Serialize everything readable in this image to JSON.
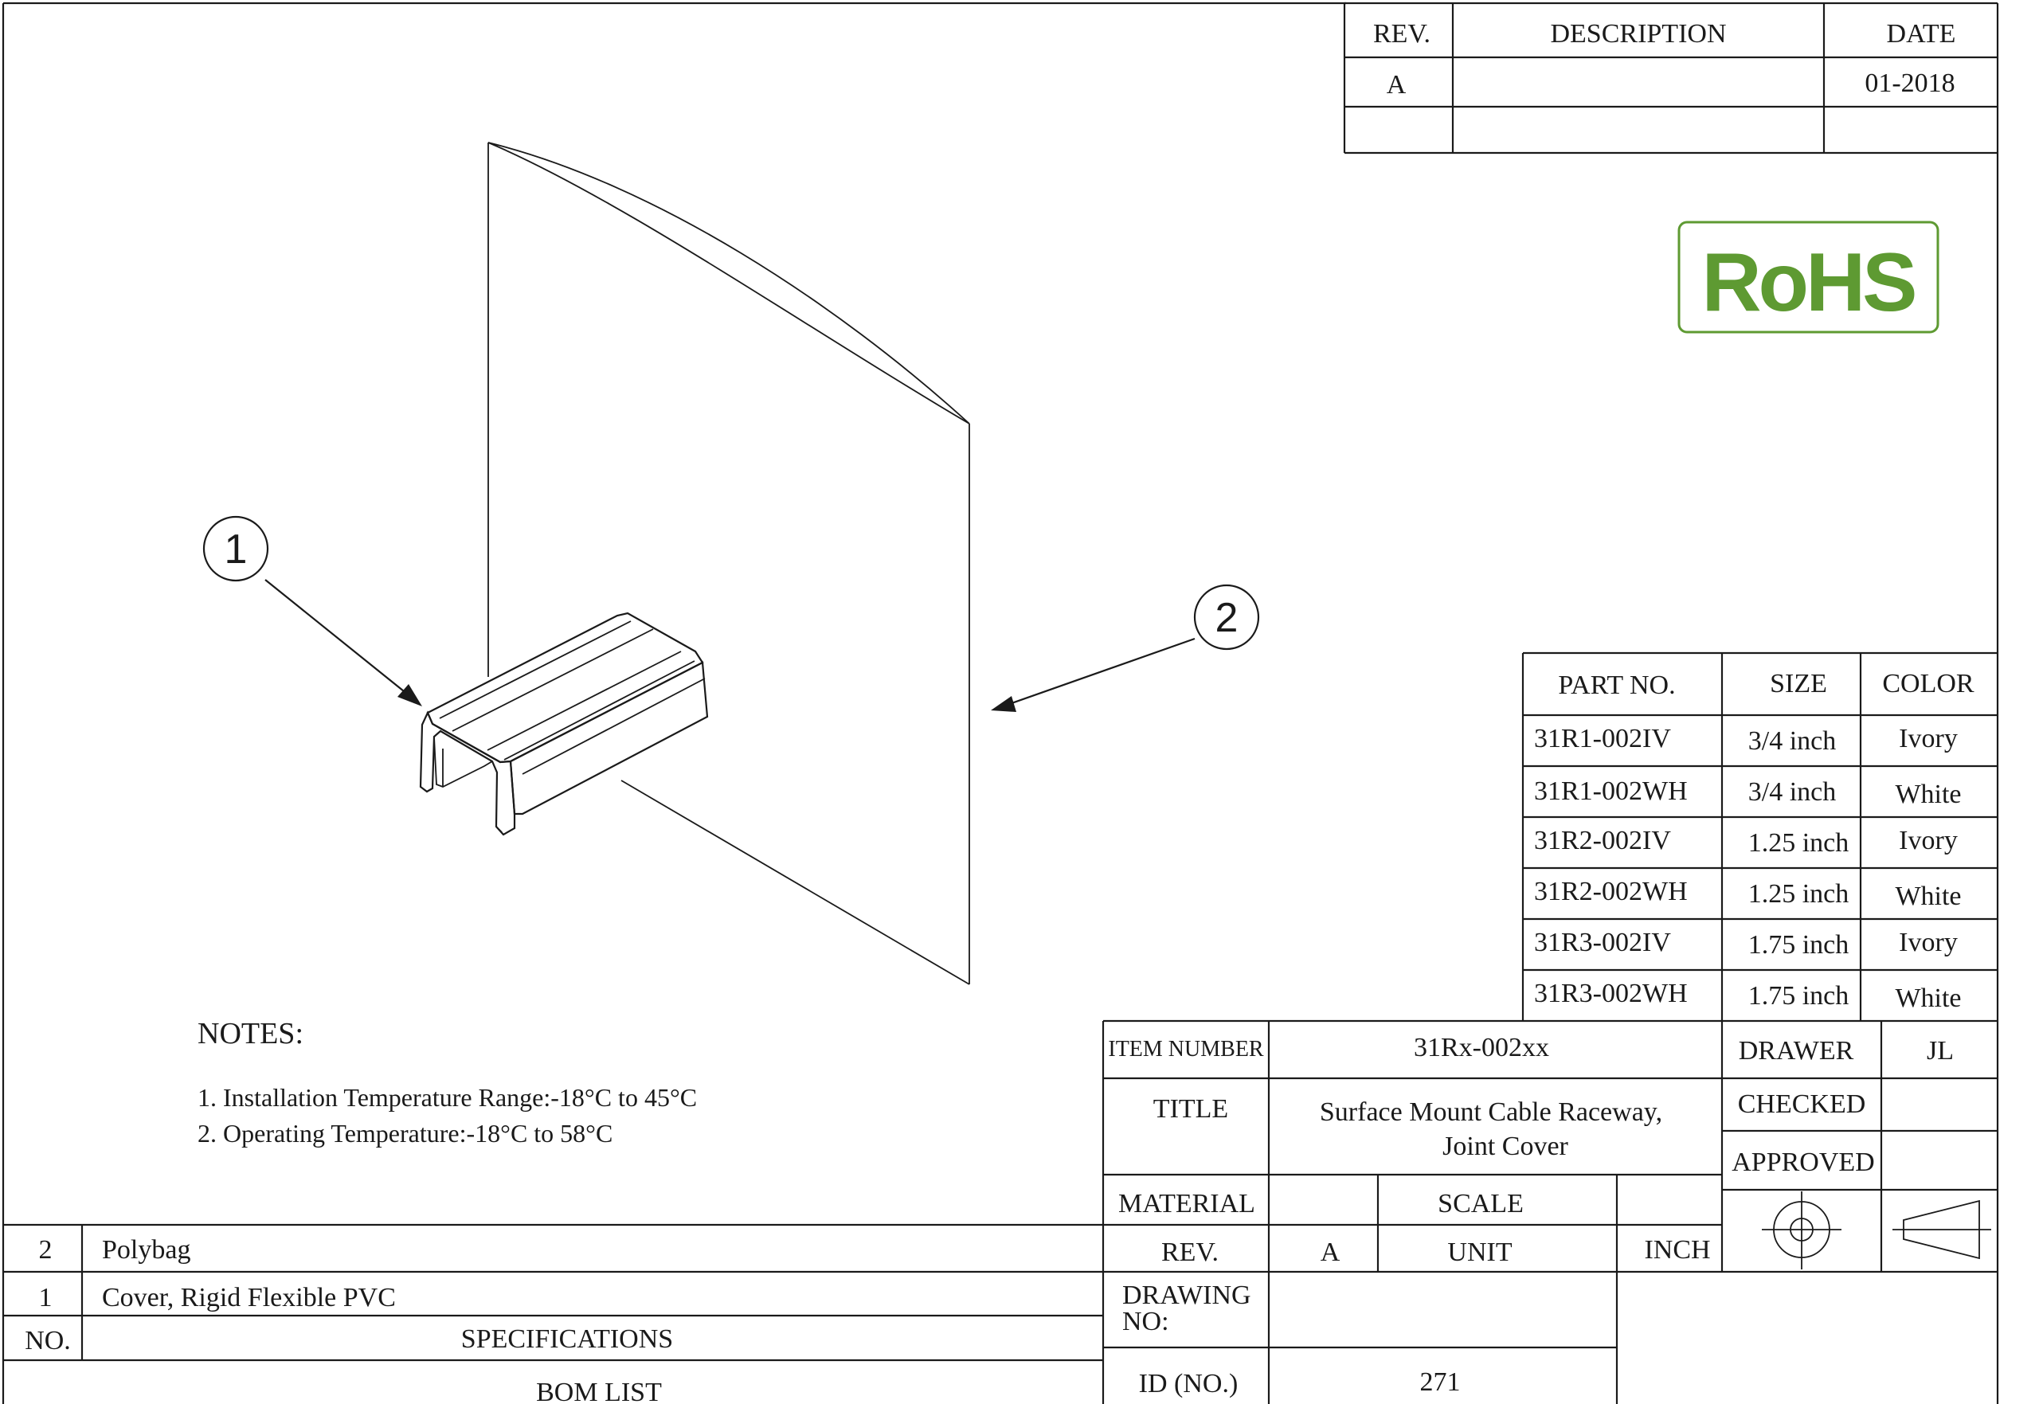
{
  "revision_table": {
    "headers": {
      "rev": "REV.",
      "description": "DESCRIPTION",
      "date": "DATE"
    },
    "rows": [
      {
        "rev": "A",
        "description": "",
        "date": "01-2018"
      },
      {
        "rev": "",
        "description": "",
        "date": ""
      }
    ]
  },
  "rohs_logo": {
    "text": "RoHS",
    "color": "#5e9a32"
  },
  "callouts": {
    "c1": "1",
    "c2": "2"
  },
  "parts_table": {
    "headers": {
      "part_no": "PART NO.",
      "size": "SIZE",
      "color": "COLOR"
    },
    "rows": [
      {
        "part_no": "31R1-002IV",
        "size": "3/4 inch",
        "color": "Ivory"
      },
      {
        "part_no": "31R1-002WH",
        "size": "3/4 inch",
        "color": "White"
      },
      {
        "part_no": "31R2-002IV",
        "size": "1.25 inch",
        "color": "Ivory"
      },
      {
        "part_no": "31R2-002WH",
        "size": "1.25 inch",
        "color": "White"
      },
      {
        "part_no": "31R3-002IV",
        "size": "1.75 inch",
        "color": "Ivory"
      },
      {
        "part_no": "31R3-002WH",
        "size": "1.75 inch",
        "color": "White"
      }
    ]
  },
  "notes": {
    "heading": "NOTES:",
    "items": [
      "1. Installation Temperature Range:-18°C to 45°C",
      "2. Operating Temperature:-18°C to 58°C"
    ]
  },
  "bom": {
    "rows": [
      {
        "no": "2",
        "spec": "Polybag"
      },
      {
        "no": "1",
        "spec": "Cover, Rigid Flexible PVC"
      }
    ],
    "header_no": "NO.",
    "header_spec": "SPECIFICATIONS",
    "footer": "BOM LIST"
  },
  "title_block": {
    "item_number_label": "ITEM NUMBER",
    "item_number": "31Rx-002xx",
    "title_label": "TITLE",
    "title_line1": "Surface Mount Cable Raceway,",
    "title_line2": "Joint Cover",
    "material_label": "MATERIAL",
    "material_value": "",
    "scale_label": "SCALE",
    "scale_value": "",
    "rev_label": "REV.",
    "rev_value": "A",
    "unit_label": "UNIT",
    "unit_value": "INCH",
    "drawing_no_label_line1": "DRAWING",
    "drawing_no_label_line2": "NO:",
    "drawing_no_value": "",
    "id_label": "ID (NO.)",
    "id_value": "271",
    "drawer_label": "DRAWER",
    "drawer_value": "JL",
    "checked_label": "CHECKED",
    "checked_value": "",
    "approved_label": "APPROVED",
    "approved_value": ""
  },
  "symbols": {
    "projection_circle": "target-crosshair-icon",
    "projection_cone": "truncated-cone-icon"
  }
}
